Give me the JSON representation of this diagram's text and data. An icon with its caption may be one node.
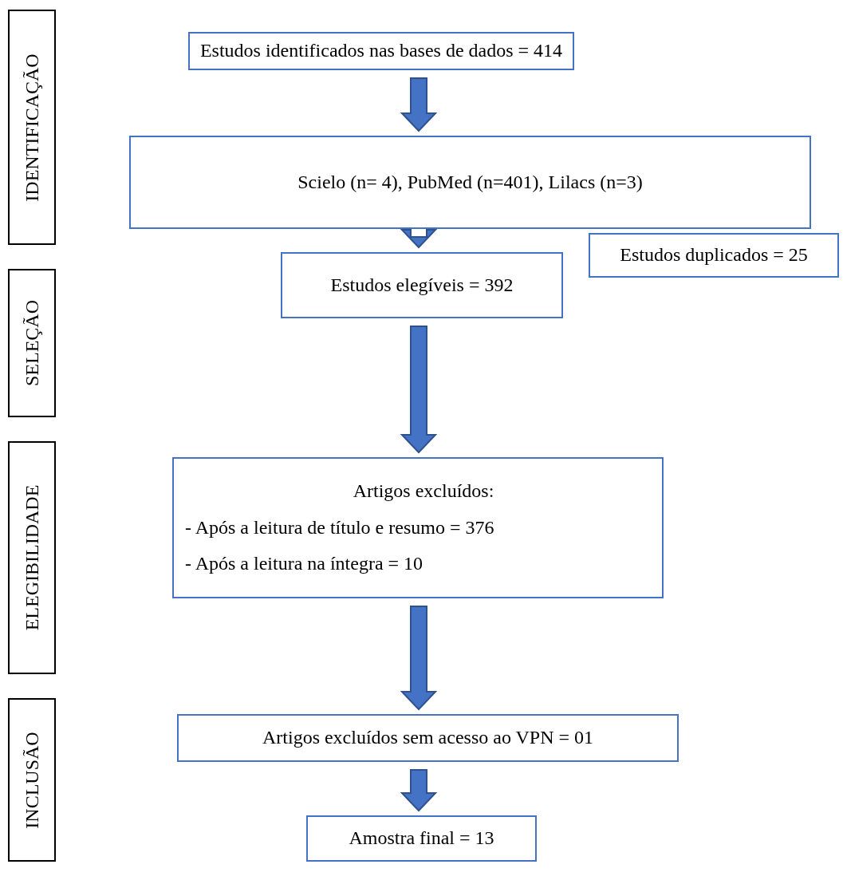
{
  "diagram": {
    "nodes": [
      {
        "text": [
          "IDENTIFICAÇÃO"
        ]
      },
      {
        "text": [
          "SELEÇÃO"
        ]
      },
      {
        "text": [
          "ELEGIBILIDADE"
        ]
      },
      {
        "text": [
          "INCLUSÃO"
        ]
      },
      {
        "text": [
          "Estudos identificados nas bases de dados = 414"
        ]
      },
      {
        "text": [
          "Scielo (n= 4), PubMed (n=401), Lilacs (n=3)"
        ]
      },
      {
        "text": [
          "Estudos duplicados = 25"
        ]
      },
      {
        "text": [
          "Estudos elegíveis = 392"
        ]
      },
      {
        "text": [
          "Artigos excluídos:",
          "- Após a leitura de título e resumo = 376",
          "- Após a leitura na íntegra = 10"
        ]
      },
      {
        "text": [
          "Artigos excluídos sem acesso ao VPN = 01"
        ]
      },
      {
        "text": [
          "Amostra final = 13"
        ]
      }
    ],
    "edges": [
      {
        "from": 4,
        "to": 5,
        "arrow": "to"
      },
      {
        "from": 5,
        "to": 7,
        "arrow": "to"
      },
      {
        "from": 7,
        "to": 8,
        "arrow": "to"
      },
      {
        "from": 8,
        "to": 9,
        "arrow": "to"
      },
      {
        "from": 9,
        "to": 10,
        "arrow": "to"
      }
    ]
  }
}
